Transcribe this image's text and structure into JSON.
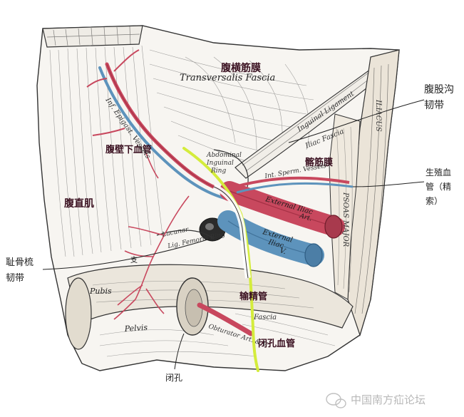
{
  "labels": {
    "transversalis_cn": "腹横筋膜",
    "transversalis_en": "Transversalis Fascia",
    "inguinal_lig_cn_1": "腹股沟",
    "inguinal_lig_cn_2": "韧带",
    "inguinal_lig_en": "Inguinal Ligament",
    "inf_epigastric_cn": "腹壁下血管",
    "inf_epigastric_en": "Inf. Epigast. Vessels",
    "rectus_cn": "腹直肌",
    "iliac_fascia_cn": "髂筋膜",
    "iliac_fascia_en": "Iliac Fascia",
    "spermatic_cn_1": "生殖血",
    "spermatic_cn_2": "管（精",
    "spermatic_cn_3": "索）",
    "spermatic_en": "Int. Sperm. Vessels",
    "abdominal_ring_en_1": "Abdominal",
    "abdominal_ring_en_2": "Inguinal",
    "abdominal_ring_en_3": "Ring",
    "ext_iliac_art_en_1": "External Iliac",
    "ext_iliac_art_en_2": "Art.",
    "ext_iliac_vein_en_1": "External",
    "ext_iliac_vein_en_2": "Iliac",
    "ext_iliac_vein_en_3": "V.",
    "pectineal_cn_1": "耻骨梳",
    "pectineal_cn_2": "韧带",
    "lacunar_en": "Lacunar",
    "femoral_ring_en": "Lig. Femoral Ring",
    "pubis_en": "Pubis",
    "pelvis_en": "Pelvis",
    "vas_deferens_cn": "输精管",
    "fascia_en": "Fascia",
    "obturator_vessels_cn": "闭孔血管",
    "obturator_en": "Obturator Art. & V.",
    "obturator_foramen_cn": "闭孔",
    "psoas_en": "PSOAS MAJOR",
    "iliacus_en": "ILIACUS",
    "branch_char": "支",
    "watermark_text": "中国南方疝论坛"
  },
  "colors": {
    "artery": "#c8485e",
    "artery_dark": "#8e2236",
    "vein": "#5d93bc",
    "vein_dark": "#2f5e84",
    "vas_line": "#d4ec3c",
    "drawing_ink": "#3a3a3a",
    "paper": "#f7f5f1"
  }
}
